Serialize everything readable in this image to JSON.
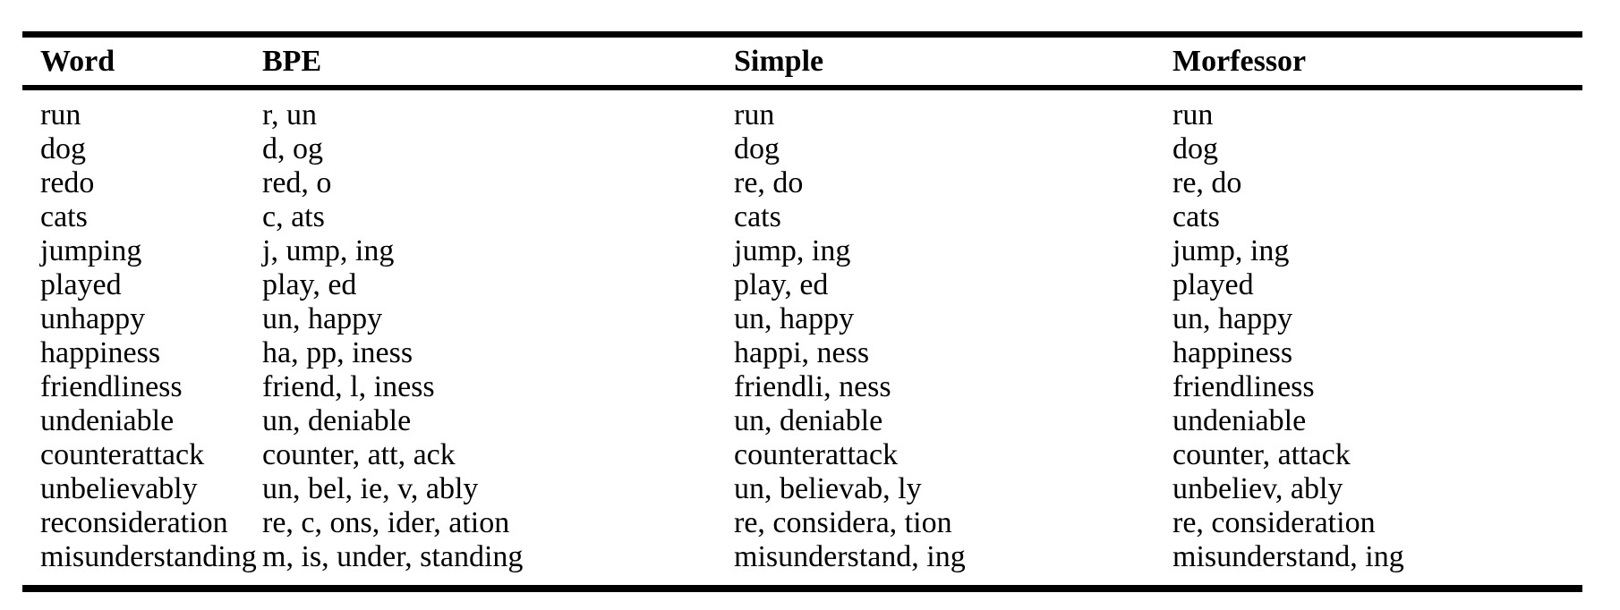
{
  "page": {
    "background": "#ffffff",
    "text_color": "#000000",
    "rule_color": "#000000"
  },
  "table": {
    "columns": [
      "Word",
      "BPE",
      "Simple",
      "Morfessor"
    ],
    "rows": [
      [
        "run",
        "r, un",
        "run",
        "run"
      ],
      [
        "dog",
        "d, og",
        "dog",
        "dog"
      ],
      [
        "redo",
        "red, o",
        "re, do",
        "re, do"
      ],
      [
        "cats",
        "c, ats",
        "cats",
        "cats"
      ],
      [
        "jumping",
        "j, ump, ing",
        "jump, ing",
        "jump, ing"
      ],
      [
        "played",
        "play, ed",
        "play, ed",
        "played"
      ],
      [
        "unhappy",
        "un, happy",
        "un, happy",
        "un, happy"
      ],
      [
        "happiness",
        "ha, pp, iness",
        "happi, ness",
        "happiness"
      ],
      [
        "friendliness",
        "friend, l, iness",
        "friendli, ness",
        "friendliness"
      ],
      [
        "undeniable",
        "un, deniable",
        "un, deniable",
        "undeniable"
      ],
      [
        "counterattack",
        "counter, att, ack",
        "counterattack",
        "counter, attack"
      ],
      [
        "unbelievably",
        "un, bel, ie, v, ably",
        "un, believab, ly",
        "unbeliev, ably"
      ],
      [
        "reconsideration",
        "re, c, ons, ider, ation",
        "re, considera, tion",
        "re, consideration"
      ],
      [
        "misunderstanding",
        "m, is, under, standing",
        "misunderstand, ing",
        "misunderstand, ing"
      ]
    ]
  }
}
